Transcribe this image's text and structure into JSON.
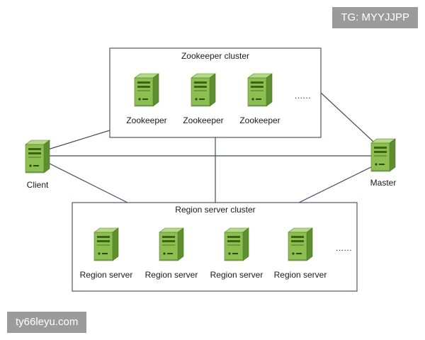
{
  "watermarks": {
    "top_right": "TG: MYYJJPP",
    "bottom_left": "ty66leyu.com"
  },
  "zookeeper_cluster": {
    "title": "Zookeeper cluster",
    "nodes": [
      "Zookeeper",
      "Zookeeper",
      "Zookeeper"
    ],
    "ellipsis": "......"
  },
  "region_cluster": {
    "title": "Region server cluster",
    "nodes": [
      "Region server",
      "Region server",
      "Region server",
      "Region server"
    ],
    "ellipsis": "......"
  },
  "client": {
    "label": "Client"
  },
  "master": {
    "label": "Master"
  },
  "colors": {
    "server_body": "#8cbf4f",
    "server_side": "#5e8f2e",
    "server_top": "#b5d88a",
    "server_dark": "#3f5f22"
  },
  "icons": {
    "server": "server-icon"
  }
}
